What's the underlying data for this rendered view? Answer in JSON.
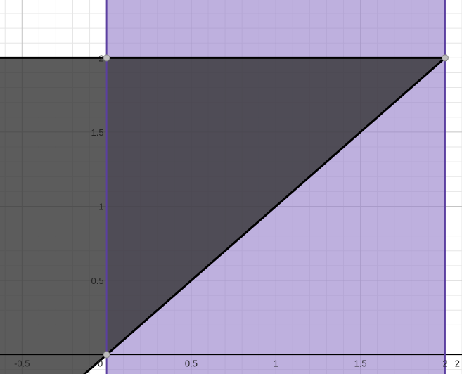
{
  "chart_data": {
    "type": "region",
    "xlim": [
      -0.63,
      2.1
    ],
    "ylim": [
      -0.13,
      2.39
    ],
    "grid": true,
    "x_ticks": [
      {
        "value": -0.5,
        "label": "-0.5"
      },
      {
        "value": 0,
        "label": "0"
      },
      {
        "value": 0.5,
        "label": "0.5"
      },
      {
        "value": 1,
        "label": "1"
      },
      {
        "value": 1.5,
        "label": "1.5"
      },
      {
        "value": 2,
        "label": "2"
      }
    ],
    "x_edge_label": {
      "value": 2.5,
      "label": "2"
    },
    "y_ticks": [
      {
        "value": 0.5,
        "label": "0.5"
      },
      {
        "value": 1,
        "label": "1"
      },
      {
        "value": 1.5,
        "label": "1.5"
      },
      {
        "value": 2,
        "label": "2"
      }
    ],
    "regions": [
      {
        "name": "vertical strip 0 ≤ x ≤ 2",
        "x_from": 0,
        "x_to": 2,
        "color": "#9b85cc"
      },
      {
        "name": "region below y = 2 and above y = x",
        "polygon": [
          [
            -0.63,
            2
          ],
          [
            2,
            2
          ],
          [
            0,
            0
          ],
          [
            -0.25,
            -0.25
          ],
          [
            -0.63,
            -0.25
          ]
        ],
        "color": "#333333"
      }
    ],
    "lines": [
      {
        "name": "y = 2",
        "points": [
          [
            -0.63,
            2
          ],
          [
            2,
            2
          ]
        ]
      },
      {
        "name": "y = x",
        "points": [
          [
            -0.25,
            -0.25
          ],
          [
            2,
            2
          ]
        ]
      }
    ],
    "boundaries": [
      {
        "name": "x = 0",
        "x": 0
      },
      {
        "name": "x = 2",
        "x": 2
      }
    ],
    "points": [
      [
        0,
        2
      ],
      [
        2,
        2
      ],
      [
        0,
        0
      ]
    ],
    "colors": {
      "strip_fill": "#9b85cc",
      "strip_border": "#5b3fa0",
      "dark_fill": "#333333",
      "line": "#000000",
      "point": "#bdbdbd"
    }
  }
}
